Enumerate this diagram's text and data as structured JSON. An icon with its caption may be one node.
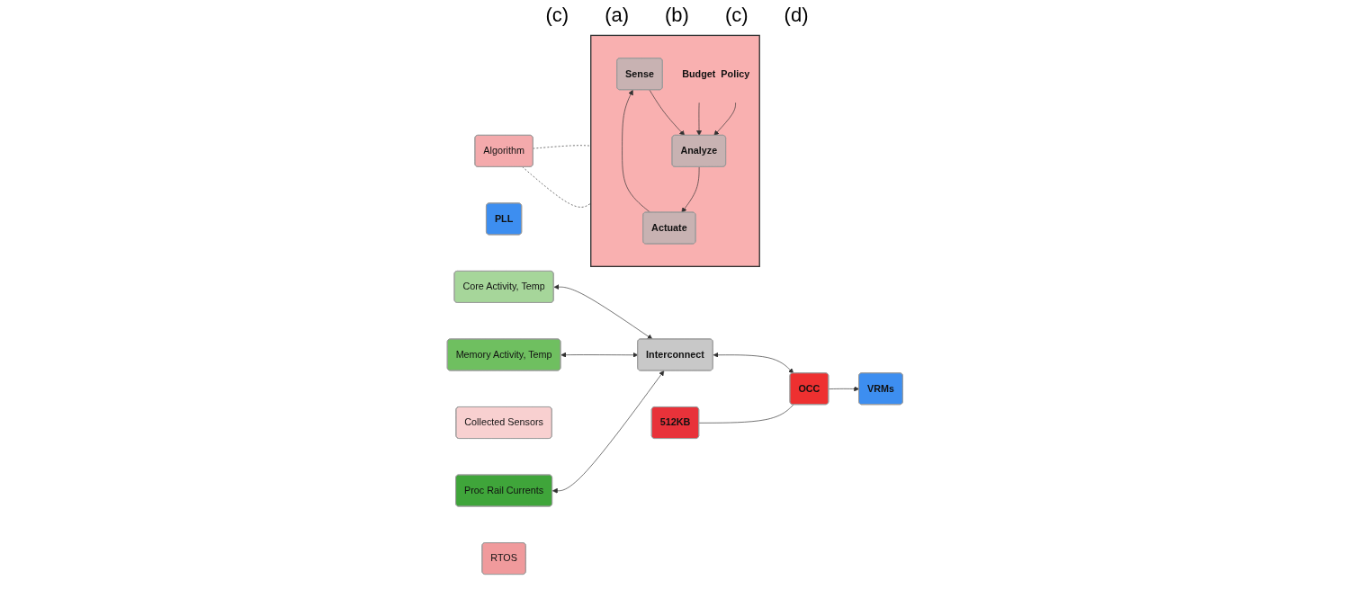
{
  "diagram": {
    "nodes": [
      {
        "text": [
          "Core Activity, Temp"
        ]
      },
      {
        "text": [
          "PLL"
        ]
      },
      {
        "text": [
          "Memory Activity, Temp"
        ]
      },
      {
        "text": [
          "Proc Rail Currents"
        ]
      },
      {
        "text": [
          "Interconnect"
        ]
      },
      {
        "text": [
          "512KB"
        ]
      },
      {
        "text": [
          "OCC"
        ]
      },
      {
        "text": [
          "VRMs"
        ]
      },
      {
        "text": [
          "Collected Sensors"
        ]
      },
      {
        "text": [
          "Algorithm"
        ]
      },
      {
        "text": [
          "RTOS"
        ]
      },
      {
        "text": [],
        "shape": "box"
      },
      {
        "text": [
          "Sense"
        ],
        "in": 11
      },
      {
        "text": [
          "Actuate"
        ],
        "in": 11
      },
      {
        "text": [
          "Analyze"
        ],
        "in": 11
      },
      {
        "text": [
          "Budget"
        ],
        "in": 11
      },
      {
        "text": [
          "Policy"
        ],
        "in": 11
      }
    ],
    "edges": [
      {
        "from": 0,
        "to": 4,
        "arrow": "both"
      },
      {
        "from": 2,
        "to": 4,
        "arrow": "both"
      },
      {
        "from": 3,
        "to": 4,
        "arrow": "both"
      },
      {
        "from": 4,
        "to": 6,
        "arrow": "both"
      },
      {
        "from": 5,
        "to": 6,
        "arrow": "none"
      },
      {
        "from": 6,
        "to": 7,
        "arrow": "to"
      },
      {
        "from": 9,
        "to": 11,
        "arrow": "none",
        "style": "dashed"
      },
      {
        "from": 9,
        "to": 11,
        "arrow": "none",
        "style": "dashed"
      },
      {
        "from": 13,
        "to": 12,
        "arrow": "to"
      },
      {
        "from": 12,
        "to": 14,
        "arrow": "to"
      },
      {
        "from": 14,
        "to": 13,
        "arrow": "to"
      },
      {
        "from": 15,
        "to": 14,
        "arrow": "to"
      },
      {
        "from": 16,
        "to": 14,
        "arrow": "to"
      }
    ],
    "labels": [
      "(c)",
      "(a)",
      "(b)",
      "(c)",
      "(d)"
    ]
  }
}
